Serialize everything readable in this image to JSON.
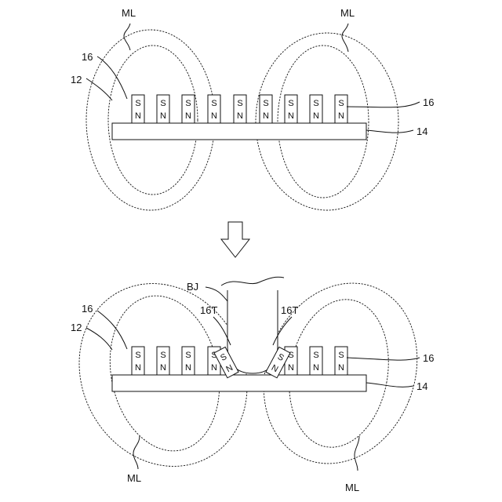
{
  "labels": {
    "ml": "ML",
    "plate": "12",
    "magnet": "16",
    "substrate": "14",
    "tool": "BJ",
    "tilted_magnet": "16T"
  },
  "magnet_poles": {
    "top": "S",
    "bottom": "N"
  },
  "magnet_count_per_row": 9,
  "tilted_magnet_count": 2
}
